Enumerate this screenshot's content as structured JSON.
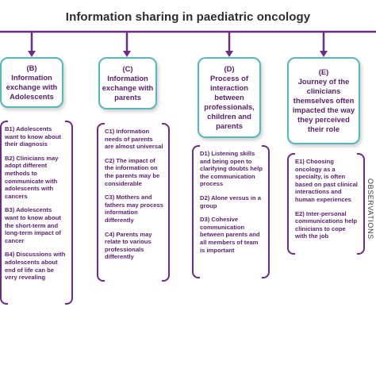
{
  "title": "Information sharing in paediatric oncology",
  "side_label": "OBSERVATIONS",
  "columns": [
    {
      "id": "(B)",
      "heading": "Information exchange with Adolescents",
      "items": [
        "B1) Adolescents want to know about their diagnosis",
        "B2) Clinicians may adopt different methods to communicate with adolescents with cancers",
        "B3) Adolescents want to know about the short-term and long-term impact of cancer",
        "B4) Discussions with adolescents about end of life can be very revealing"
      ]
    },
    {
      "id": "(C)",
      "heading": "Information exchange with parents",
      "items": [
        "C1) Information needs of parents are almost universal",
        "C2) The impact of the information on the parents may be considerable",
        "C3) Mothers and fathers may process information differently",
        "C4) Parents may relate to various professionals differently"
      ]
    },
    {
      "id": "(D)",
      "heading": "Process of interaction between professionals, children and parents",
      "items": [
        "D1) Listening skills and being open to clarifying doubts help the communication process",
        "D2) Alone versus in a group",
        "D3) Cohesive communication between parents and all members of team is important"
      ]
    },
    {
      "id": "(E)",
      "heading": "Journey of the clinicians themselves often impacted the way they perceived their role",
      "items": [
        "E1) Choosing oncology as a specialty, is often based on past clinical interactions and human experiences",
        "E2) Inter-personal communications help clinicians to cope with the job"
      ]
    }
  ],
  "colors": {
    "line": "#6e2c84",
    "box_border": "#55b8bd",
    "text": "#5a1f6e"
  }
}
